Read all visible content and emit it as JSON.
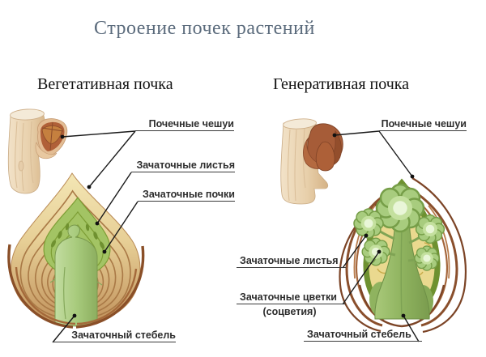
{
  "slide": {
    "title": "Строение почек растений"
  },
  "left_panel": {
    "heading": "Вегетативная почка",
    "labels": {
      "scales": "Почечные чешуи",
      "leaves": "Зачаточные листья",
      "buds": "Зачаточные почки",
      "stem": "Зачаточный стебель"
    }
  },
  "right_panel": {
    "heading": "Генеративная почка",
    "labels": {
      "scales": "Почечные чешуи",
      "leaves": "Зачаточные листья",
      "flowers_line1": "Зачаточные цветки",
      "flowers_line2": "(соцветия)",
      "stem": "Зачаточный стебель"
    }
  },
  "palette": {
    "background": "#ffffff",
    "title_color": "#5b6b7c",
    "heading_color": "#121212",
    "label_color": "#2d2d2d",
    "callout_line_color": "#1a1a1a",
    "wood_light": "#f0ddc2",
    "wood_dark": "#dbbb92",
    "bud_scale_brown": "#a65c38",
    "bud_scale_dark": "#7e4226",
    "section_cream": "#f3e6b4",
    "section_tan": "#c1925c",
    "layer_brown": "#a97946",
    "leaf_green": "#a3c464",
    "leaf_dark_green": "#7d9e35",
    "stem_green": "#a8cb7d",
    "olive_band": "#6e9130",
    "interior_yellow": "#ead98f",
    "floret_green": "#a8cc7e",
    "floret_pale": "#e9f6d8"
  }
}
